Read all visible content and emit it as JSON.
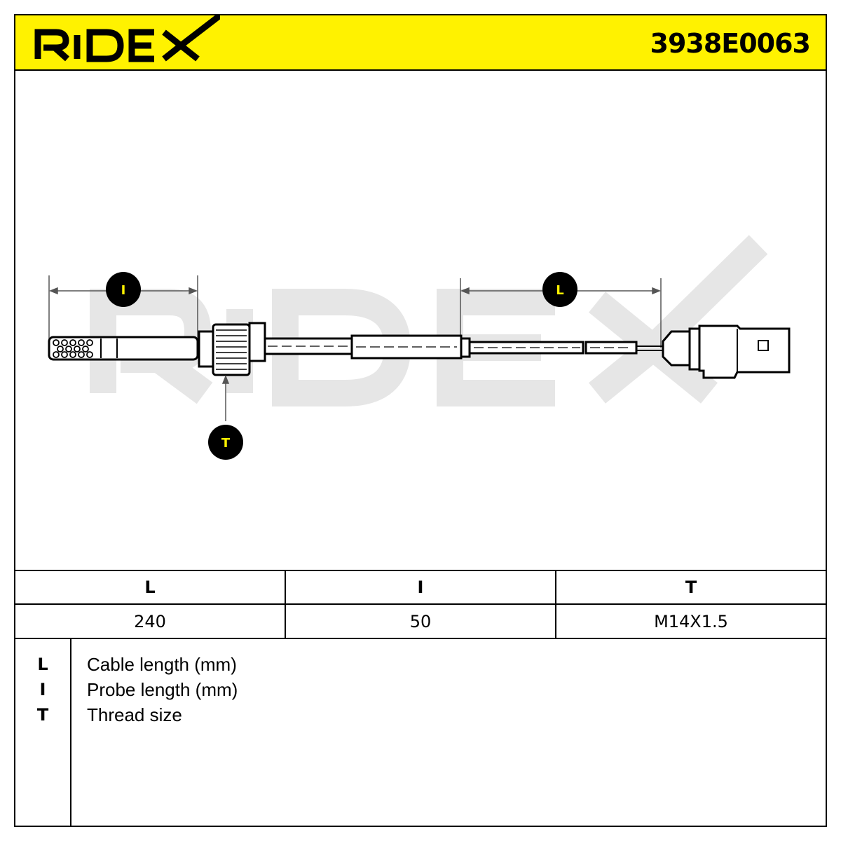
{
  "header": {
    "brand": "RIDEX",
    "part_number": "3938E0063"
  },
  "colors": {
    "accent": "#fff200",
    "ink": "#000000",
    "watermark": "#e6e6e6"
  },
  "drawing": {
    "watermark": "RIDEX",
    "callouts": {
      "probe": "I",
      "cable": "L",
      "thread": "T"
    }
  },
  "table": {
    "headers": [
      "L",
      "I",
      "T"
    ],
    "values": [
      "240",
      "50",
      "M14X1.5"
    ]
  },
  "legend": [
    {
      "key": "L",
      "desc": "Cable length (mm)"
    },
    {
      "key": "I",
      "desc": "Probe length (mm)"
    },
    {
      "key": "T",
      "desc": "Thread size"
    }
  ]
}
